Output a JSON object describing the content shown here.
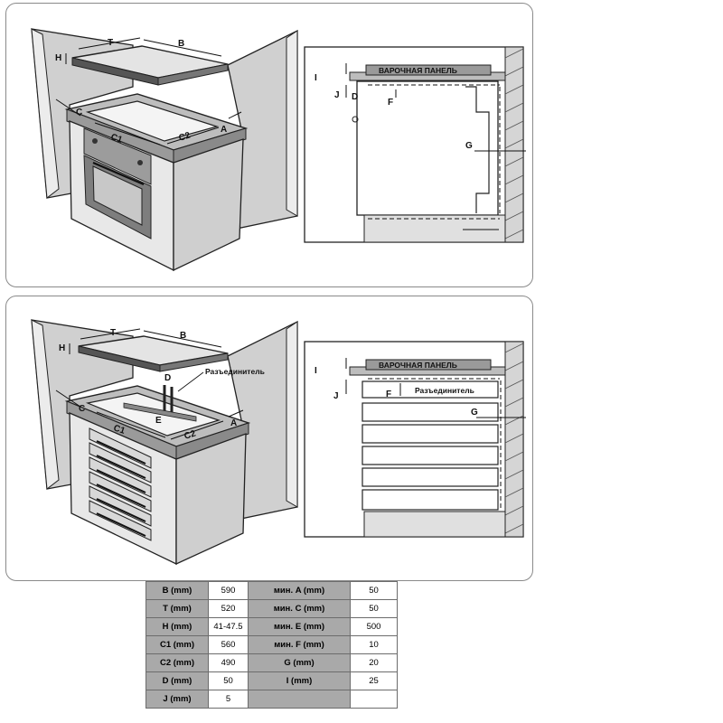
{
  "diagram1": {
    "labels": {
      "T": "T",
      "B": "B",
      "H": "H",
      "C": "C",
      "C1": "C1",
      "C2": "C2",
      "A": "A"
    }
  },
  "section1": {
    "labels": {
      "I": "I",
      "J": "J",
      "D": "D",
      "F": "F",
      "G": "G",
      "panel": "ВАРОЧНАЯ ПАНЕЛЬ"
    }
  },
  "diagram2": {
    "labels": {
      "T": "T",
      "B": "B",
      "H": "H",
      "D": "D",
      "separator": "Разъединитель",
      "E": "E",
      "C": "C",
      "C1": "C1",
      "C2": "C2",
      "A": "A"
    }
  },
  "section2": {
    "labels": {
      "I": "I",
      "J": "J",
      "F": "F",
      "G": "G",
      "panel": "ВАРОЧНАЯ ПАНЕЛЬ",
      "separator": "Разъединитель"
    }
  },
  "table": {
    "rows": [
      {
        "k": "B (mm)",
        "v": "590",
        "k2": "мин. A (mm)",
        "v2": "50"
      },
      {
        "k": "T (mm)",
        "v": "520",
        "k2": "мин. C (mm)",
        "v2": "50"
      },
      {
        "k": "H (mm)",
        "v": "41-47.5",
        "k2": "мин. E (mm)",
        "v2": "500"
      },
      {
        "k": "C1 (mm)",
        "v": "560",
        "k2": "мин. F (mm)",
        "v2": "10"
      },
      {
        "k": "C2 (mm)",
        "v": "490",
        "k2": "G (mm)",
        "v2": "20"
      },
      {
        "k": "D (mm)",
        "v": "50",
        "k2": "I (mm)",
        "v2": "25"
      },
      {
        "k": "J (mm)",
        "v": "5",
        "k2": "",
        "v2": ""
      }
    ]
  }
}
